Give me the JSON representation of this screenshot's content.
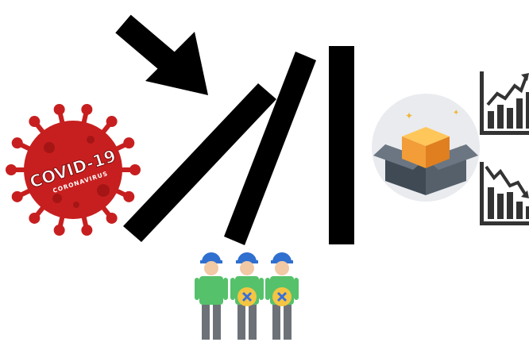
{
  "virus_badge": {
    "title": "COVID-19",
    "subtitle": "CORONAVIRUS"
  },
  "workers": [
    {
      "status": "active"
    },
    {
      "status": "cancelled"
    },
    {
      "status": "cancelled"
    }
  ],
  "charts": [
    {
      "trend": "up",
      "icon": "line-chart-up-icon"
    },
    {
      "trend": "down",
      "icon": "line-chart-down-icon"
    }
  ],
  "colors": {
    "virus": "#c71f1f",
    "domino": "#000000",
    "box": "#f29d38",
    "box_dark": "#3f4a55",
    "worker_shirt": "#55c16b",
    "worker_pants": "#6d7278",
    "helmet": "#2f6fd0",
    "cancel_badge": "#f4c542",
    "cancel_x": "#3a6fd8",
    "chart_bars": "#333333"
  },
  "icons": [
    "arrow-icon",
    "virus-icon",
    "domino-bars",
    "box-icon",
    "worker-icon",
    "chart-icon"
  ]
}
